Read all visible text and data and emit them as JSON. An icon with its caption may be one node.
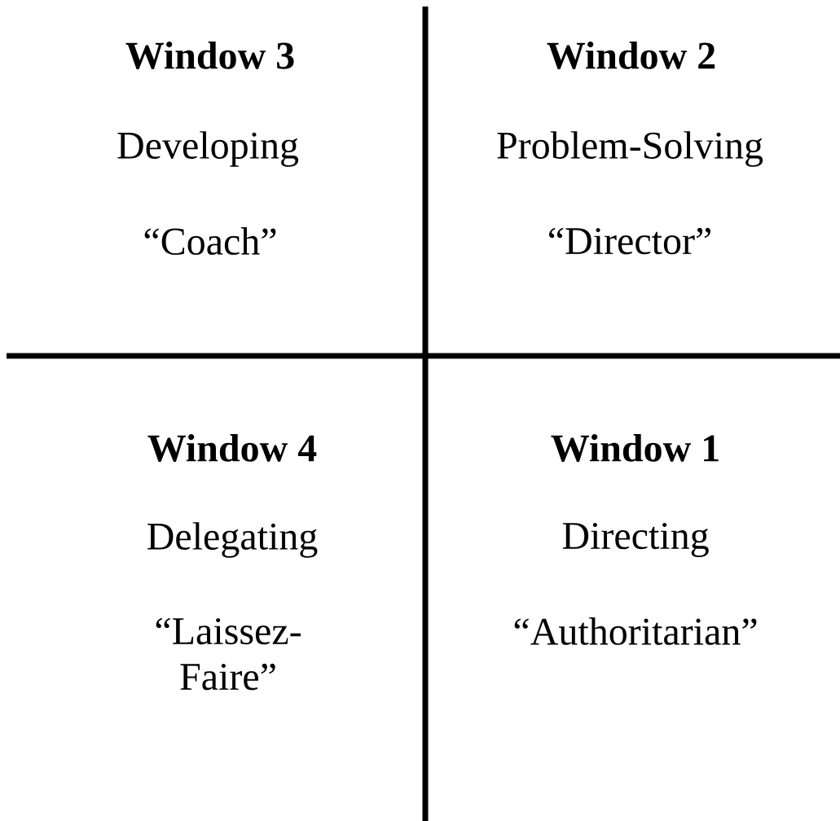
{
  "diagram": {
    "labels": [
      "Window 3",
      "Developing",
      "“Coach”",
      "Window 2",
      "Problem-Solving",
      "“Director”",
      "Window 4",
      "Delegating",
      "“Laissez-Faire”",
      "Window 1",
      "Directing",
      "“Authoritarian”"
    ]
  }
}
